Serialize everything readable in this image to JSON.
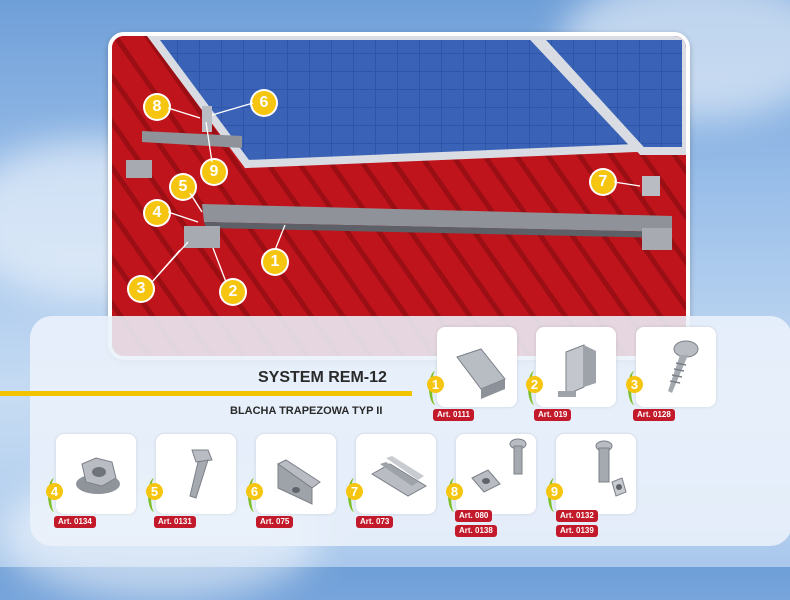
{
  "title": "SYSTEM REM-12",
  "subtitle": "BLACHA TRAPEZOWA TYP II",
  "callouts": [
    "1",
    "2",
    "3",
    "4",
    "5",
    "6",
    "7",
    "8",
    "9"
  ],
  "components": [
    {
      "num": "1",
      "art": [
        "Art. 0111"
      ],
      "icon": "rail-profile-icon"
    },
    {
      "num": "2",
      "art": [
        "Art. 019"
      ],
      "icon": "bracket-icon"
    },
    {
      "num": "3",
      "art": [
        "Art. 0128"
      ],
      "icon": "screw-icon"
    },
    {
      "num": "4",
      "art": [
        "Art. 0134"
      ],
      "icon": "nut-icon"
    },
    {
      "num": "5",
      "art": [
        "Art. 0131"
      ],
      "icon": "bolt-icon"
    },
    {
      "num": "6",
      "art": [
        "Art. 075"
      ],
      "icon": "end-clamp-icon"
    },
    {
      "num": "7",
      "art": [
        "Art. 073"
      ],
      "icon": "mid-clamp-icon"
    },
    {
      "num": "8",
      "art": [
        "Art. 080",
        "Art. 0138"
      ],
      "icon": "t-bolt-icon"
    },
    {
      "num": "9",
      "art": [
        "Art. 0132",
        "Art. 0139"
      ],
      "icon": "hex-socket-bolt-icon"
    }
  ],
  "colors": {
    "accent_yellow": "#f5c50f",
    "art_red": "#c21a2a",
    "roof_red": "#c0141c",
    "panel_blue": "#2b4a9a"
  }
}
